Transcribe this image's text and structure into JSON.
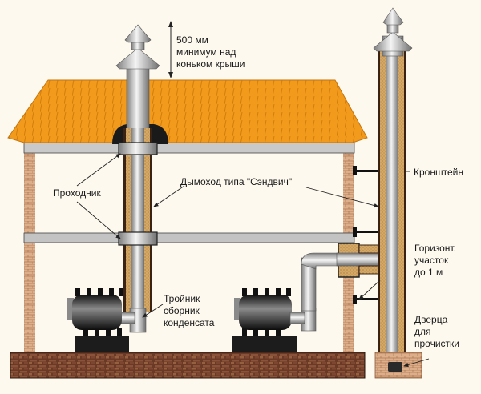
{
  "diagram": {
    "colors": {
      "background": "#fdf9ee",
      "roof": "#f29a1c",
      "brick": "#d9a882",
      "foundation": "#6b3a26",
      "insulation": "#c99a55",
      "pipe_metal": "#bfbfbf",
      "stove": "#1c1c1c"
    },
    "labels": {
      "height_note": [
        "500 мм",
        "минимум над",
        "коньком крыши"
      ],
      "pass_through": "Проходник",
      "sandwich_chimney": "Дымоход типа \"Сэндвич\"",
      "bracket": "Кронштейн",
      "horizontal_section": [
        "Горизонт.",
        "участок",
        "до 1 м"
      ],
      "tee_condensate": [
        "Тройник",
        "сборник",
        "конденсата"
      ],
      "cleanout_door": [
        "Дверца",
        "для",
        "прочистки"
      ]
    }
  }
}
